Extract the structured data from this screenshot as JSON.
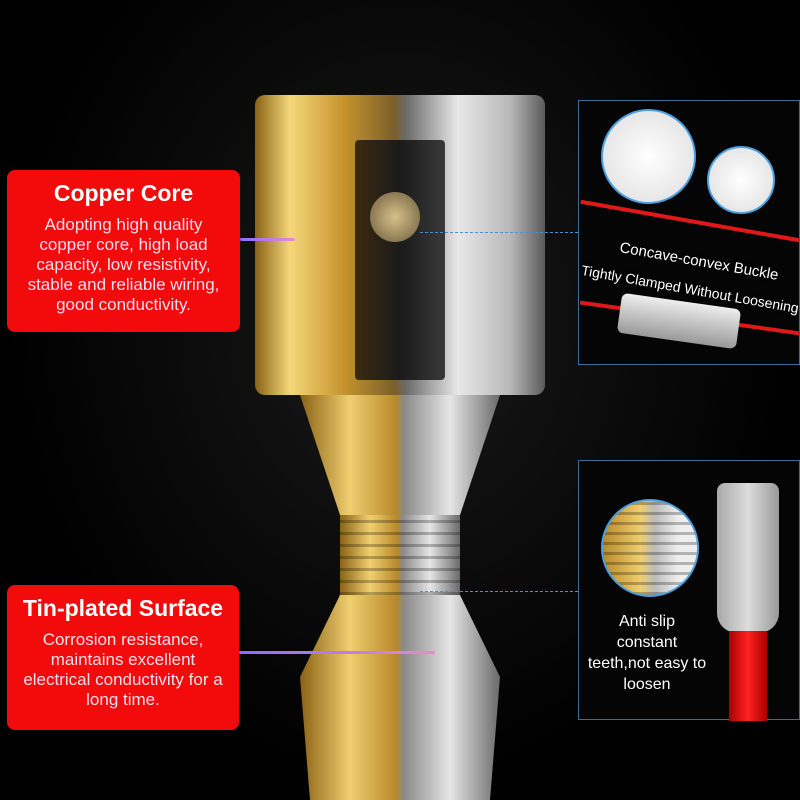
{
  "callouts": [
    {
      "title": "Copper Core",
      "text": "Adopting high quality copper core, high load capacity, low resistivity, stable and reliable wiring, good conductivity."
    },
    {
      "title": "Tin-plated Surface",
      "text": "Corrosion resistance, maintains excellent electrical conductivity for a long time."
    }
  ],
  "panels": [
    {
      "caption_line1": "Concave-convex Buckle",
      "caption_line2": "Tightly Clamped Without Loosening"
    },
    {
      "caption": "Anti slip constant teeth,not easy to loosen"
    }
  ],
  "colors": {
    "callout_bg": "#f30a0a",
    "accent_line": "#4b8fd0",
    "gold": "#d9a93a",
    "tin": "#c8c8c8",
    "wire": "#e01818"
  }
}
